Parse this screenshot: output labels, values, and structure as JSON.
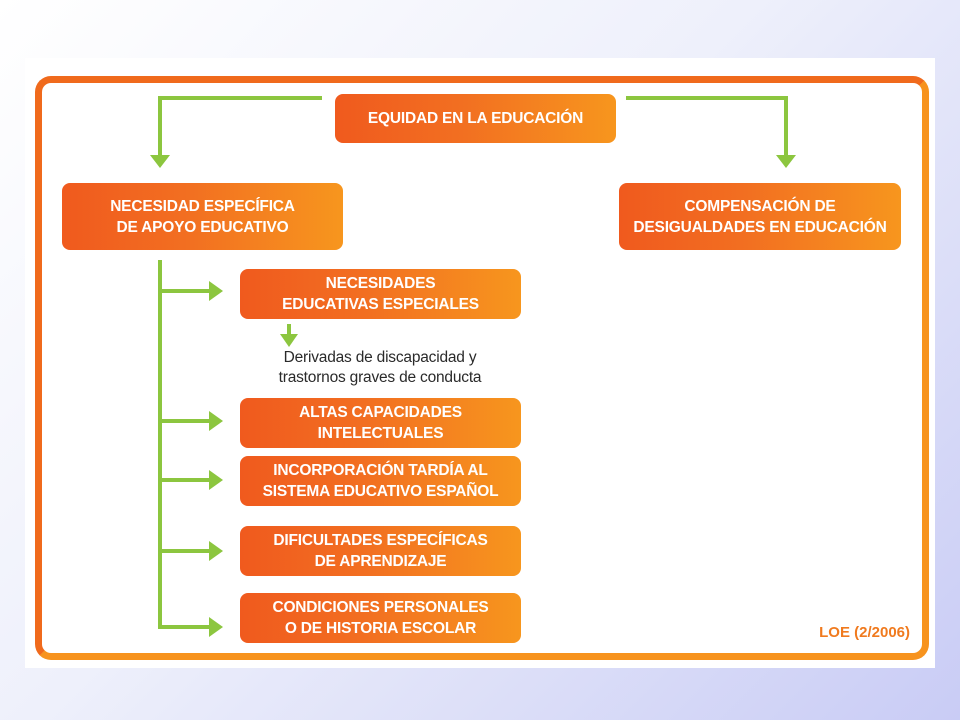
{
  "diagram": {
    "root": {
      "label": "EQUIDAD EN LA EDUCACIÓN"
    },
    "left_branch": {
      "label": "NECESIDAD ESPECÍFICA\nDE  APOYO EDUCATIVO"
    },
    "right_branch": {
      "label": "COMPENSACIÓN DE\nDESIGUALDADES EN EDUCACIÓN"
    },
    "items": [
      {
        "label": "NECESIDADES\nEDUCATIVAS ESPECIALES"
      },
      {
        "label": "ALTAS CAPACIDADES\nINTELECTUALES"
      },
      {
        "label": "INCORPORACIÓN TARDÍA AL\nSISTEMA EDUCATIVO ESPAÑOL"
      },
      {
        "label": "DIFICULTADES ESPECÍFICAS\nDE APRENDIZAJE"
      },
      {
        "label": "CONDICIONES PERSONALES\nO DE HISTORIA ESCOLAR"
      }
    ],
    "note": "Derivadas de discapacidad y\ntrastornos graves de conducta",
    "source": "LOE (2/2006)"
  },
  "colors": {
    "frame_orange": "#f7931e",
    "box_orange_start": "#f05a1e",
    "box_orange_end": "#f7961e",
    "connector_green": "#8cc63f"
  }
}
